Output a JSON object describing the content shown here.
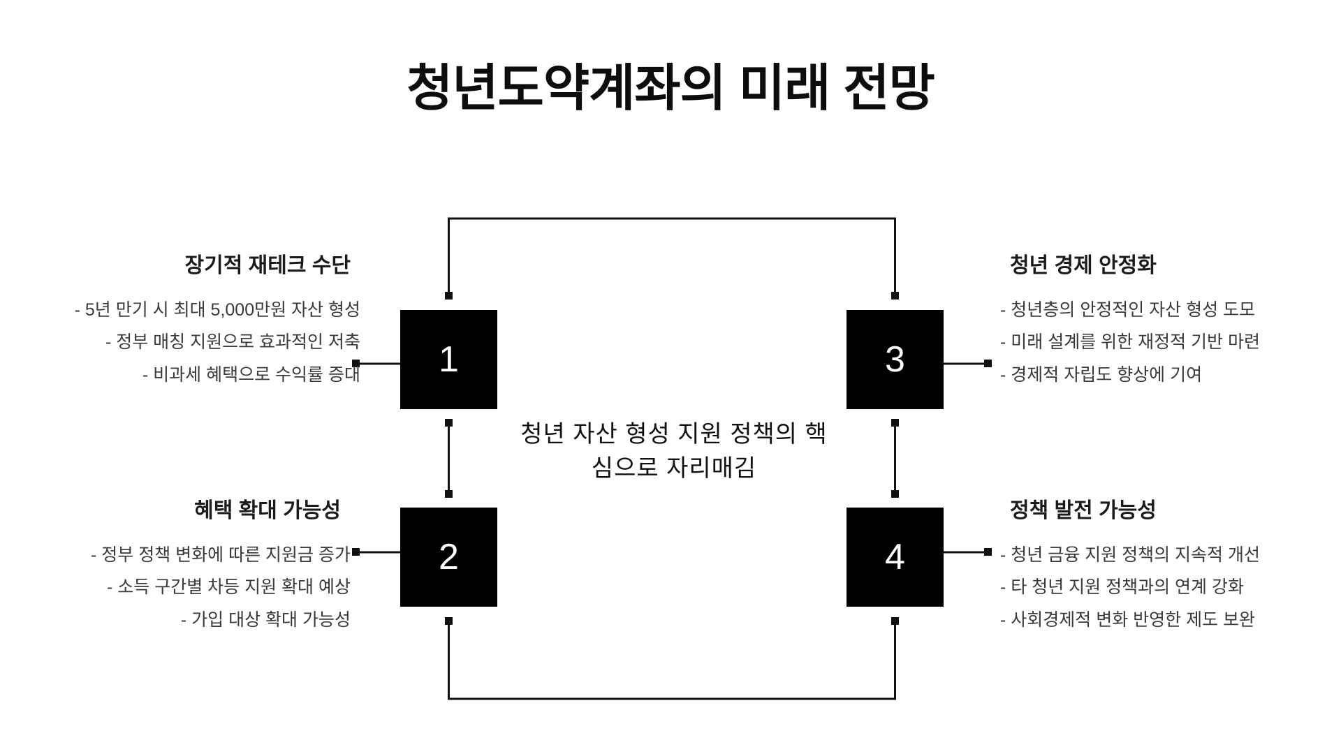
{
  "title": "청년도약계좌의 미래 전망",
  "center_statement": "청년 자산 형성 지원 정책의 핵심으로 자리매김",
  "nodes": [
    {
      "id": "1",
      "number": "1"
    },
    {
      "id": "2",
      "number": "2"
    },
    {
      "id": "3",
      "number": "3"
    },
    {
      "id": "4",
      "number": "4"
    }
  ],
  "panels": {
    "top_left": {
      "heading": "장기적 재테크 수단",
      "bullets": [
        "- 5년 만기 시 최대 5,000만원 자산 형성",
        "- 정부 매칭 지원으로 효과적인 저축",
        "- 비과세 혜택으로 수익률 증대"
      ]
    },
    "bottom_left": {
      "heading": "혜택 확대 가능성",
      "bullets": [
        "- 정부 정책 변화에 따른 지원금 증가",
        "- 소득 구간별 차등 지원 확대 예상",
        "- 가입 대상 확대 가능성"
      ]
    },
    "top_right": {
      "heading": "청년 경제 안정화",
      "bullets": [
        "- 청년층의 안정적인 자산 형성 도모",
        "- 미래 설계를 위한 재정적 기반 마련",
        "- 경제적 자립도 향상에 기여"
      ]
    },
    "bottom_right": {
      "heading": "정책 발전 가능성",
      "bullets": [
        "- 청년 금융 지원 정책의 지속적 개선",
        "- 타 청년 지원 정책과의 연계 강화",
        "- 사회경제적 변화 반영한 제도 보완"
      ]
    }
  },
  "colors": {
    "background": "#ffffff",
    "node_fill": "#000000",
    "node_text": "#ffffff",
    "title_text": "#0d0d0d",
    "body_text": "#3a3a3a",
    "connector": "#111111"
  }
}
